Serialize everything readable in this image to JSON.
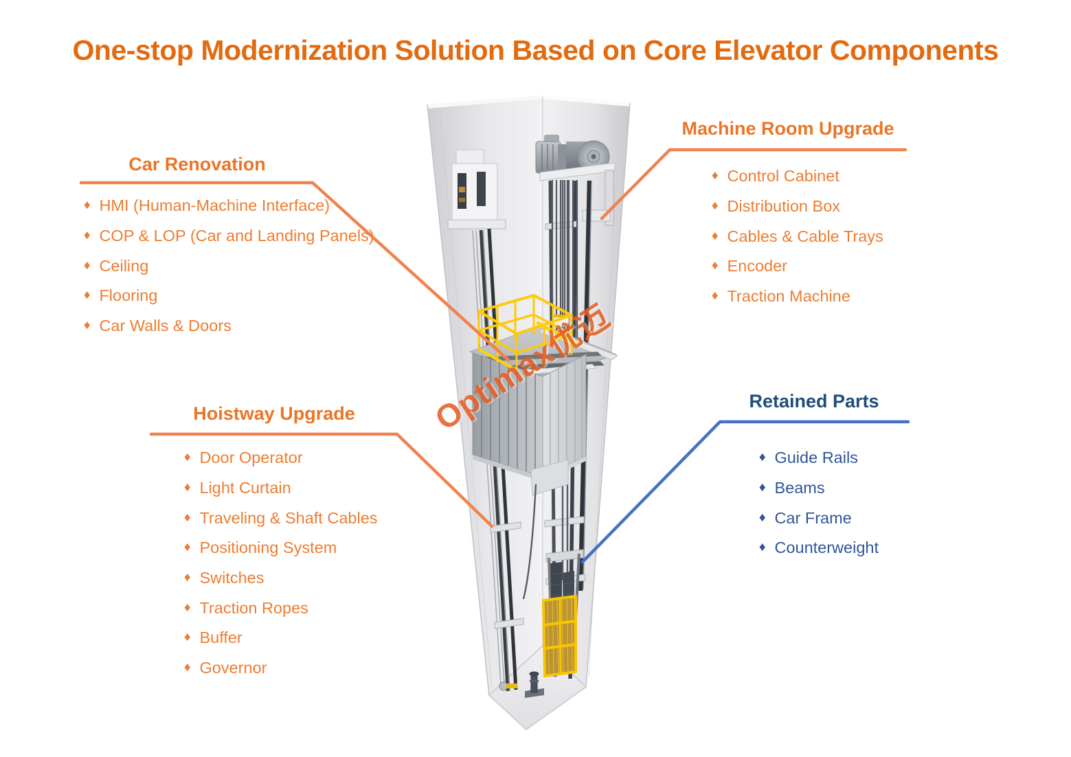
{
  "title": "One-stop Modernization Solution Based on Core Elevator Components",
  "watermark": "Optimax优迈",
  "bullet_glyph": "♦",
  "colors": {
    "title_orange": "#E36A0E",
    "section_orange_text": "#ED7D31",
    "orange_connector": "#F0824E",
    "blue_heading": "#1F4E79",
    "blue_text": "#2F5597",
    "blue_connector": "#4472C4",
    "railing_yellow": "#FFC90A",
    "shaft_wall_gray": "#E6E6E9"
  },
  "sections": {
    "car_renovation": {
      "heading": "Car Renovation",
      "items": [
        "HMI (Human-Machine Interface)",
        "COP & LOP (Car and Landing Panels)",
        "Ceiling",
        "Flooring",
        "Car Walls & Doors"
      ]
    },
    "machine_room_upgrade": {
      "heading": "Machine Room Upgrade",
      "items": [
        "Control Cabinet",
        "Distribution Box",
        "Cables & Cable Trays",
        "Encoder",
        "Traction Machine"
      ]
    },
    "hoistway_upgrade": {
      "heading": "Hoistway Upgrade",
      "items": [
        "Door Operator",
        "Light Curtain",
        "Traveling & Shaft Cables",
        "Positioning System",
        "Switches",
        "Traction Ropes",
        "Buffer",
        "Governor"
      ]
    },
    "retained_parts": {
      "heading": "Retained Parts",
      "items": [
        "Guide Rails",
        "Beams",
        "Car Frame",
        "Counterweight"
      ]
    }
  }
}
